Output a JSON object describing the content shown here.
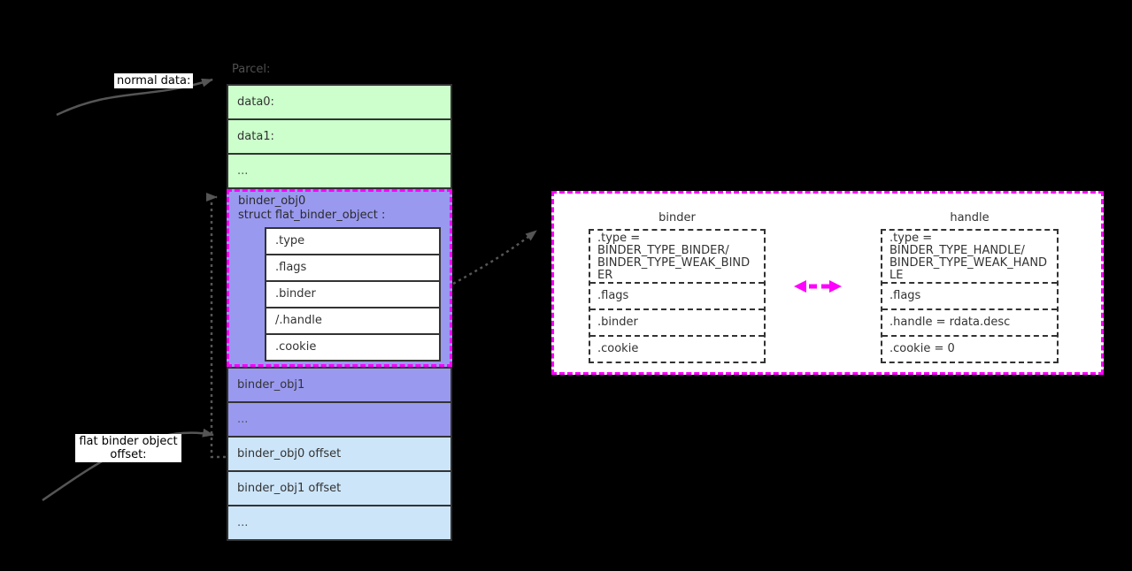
{
  "colors": {
    "background": "#000000",
    "data_row_green": "#ccffcc",
    "object_row_purple": "#9999f0",
    "offset_row_blue": "#cce5f9",
    "highlight_magenta": "#ff00ff",
    "box_stroke": "#333333",
    "arrow_gray": "#555555",
    "detail_background": "#ffffff"
  },
  "parcel": {
    "heading": "Parcel:",
    "data_rows": [
      "data0:",
      "data1:",
      "..."
    ],
    "obj0": {
      "name": "binder_obj0",
      "struct": "struct flat_binder_object :",
      "fields": [
        ".type",
        ".flags",
        ".binder",
        "/.handle",
        ".cookie"
      ]
    },
    "object_rows": [
      "binder_obj1",
      "..."
    ],
    "offset_rows": [
      "binder_obj0 offset",
      "binder_obj1 offset",
      "..."
    ]
  },
  "callouts": {
    "normal_data": "normal data:",
    "flat_offset": "flat binder object\noffset:"
  },
  "detail": {
    "binder": {
      "title": "binder",
      "type_field": ".type =\nBINDER_TYPE_BINDER/\nBINDER_TYPE_WEAK_BINDER",
      "fields": [
        ".flags",
        ".binder",
        ".cookie"
      ]
    },
    "handle": {
      "title": "handle",
      "type_field": ".type =\nBINDER_TYPE_HANDLE/\nBINDER_TYPE_WEAK_HANDLE",
      "fields": [
        ".flags",
        ".handle = rdata.desc",
        ".cookie = 0"
      ]
    }
  }
}
